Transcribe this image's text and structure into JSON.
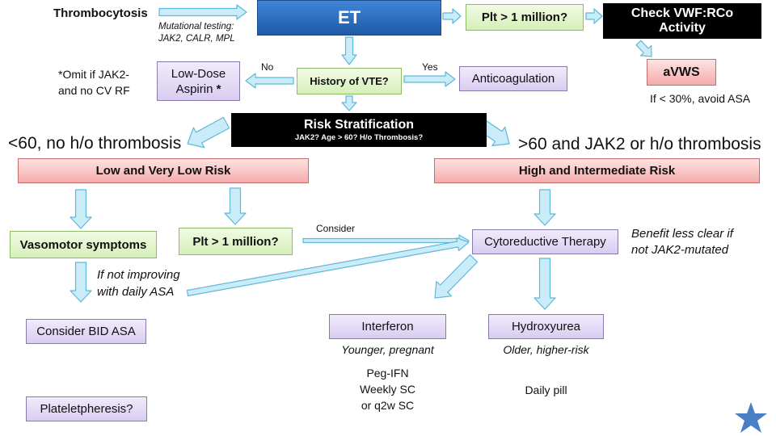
{
  "nodes": {
    "thrombocytosis": "Thrombocytosis",
    "mutational_line1": "Mutational testing:",
    "mutational_line2": "JAK2, CALR, MPL",
    "et": "ET",
    "plt_top": "Plt > 1 million?",
    "vwf_line1": "Check VWF:RCo",
    "vwf_line2": "Activity",
    "avws": "aVWS",
    "avws_note": "If < 30%, avoid ASA",
    "omit_line1": "*Omit if JAK2-",
    "omit_line2": "and no CV RF",
    "aspirin_line1": "Low-Dose",
    "aspirin_line2": "Aspirin",
    "aspirin_star": "*",
    "no_label": "No",
    "yes_label": "Yes",
    "history_vte": "History of VTE?",
    "anticoagulation": "Anticoagulation",
    "risk_title": "Risk Stratification",
    "risk_sub": "JAK2? Age > 60? H/o Thrombosis?",
    "left_criteria": "<60, no h/o thrombosis",
    "right_criteria": ">60 and JAK2 or h/o thrombosis",
    "low_risk": "Low and Very Low Risk",
    "high_risk": "High and Intermediate Risk",
    "vasomotor": "Vasomotor symptoms",
    "plt_mid": "Plt > 1 million?",
    "consider_label": "Consider",
    "cytoreductive": "Cytoreductive Therapy",
    "benefit_line1": "Benefit less clear if",
    "benefit_line2": "not JAK2-mutated",
    "not_improving_line1": "If not improving",
    "not_improving_line2": "with daily ASA",
    "consider_bid": "Consider BID ASA",
    "interferon": "Interferon",
    "interferon_note": "Younger, pregnant",
    "peg_line1": "Peg-IFN",
    "peg_line2": "Weekly SC",
    "peg_line3": "or q2w SC",
    "hydroxyurea": "Hydroxyurea",
    "hydroxyurea_note": "Older, higher-risk",
    "daily_pill": "Daily pill",
    "plateletpheresis": "Plateletpheresis?"
  },
  "colors": {
    "arrow_fill": "#c9ecf8",
    "arrow_stroke": "#5fb8d8",
    "star": "#4a7fc6"
  }
}
